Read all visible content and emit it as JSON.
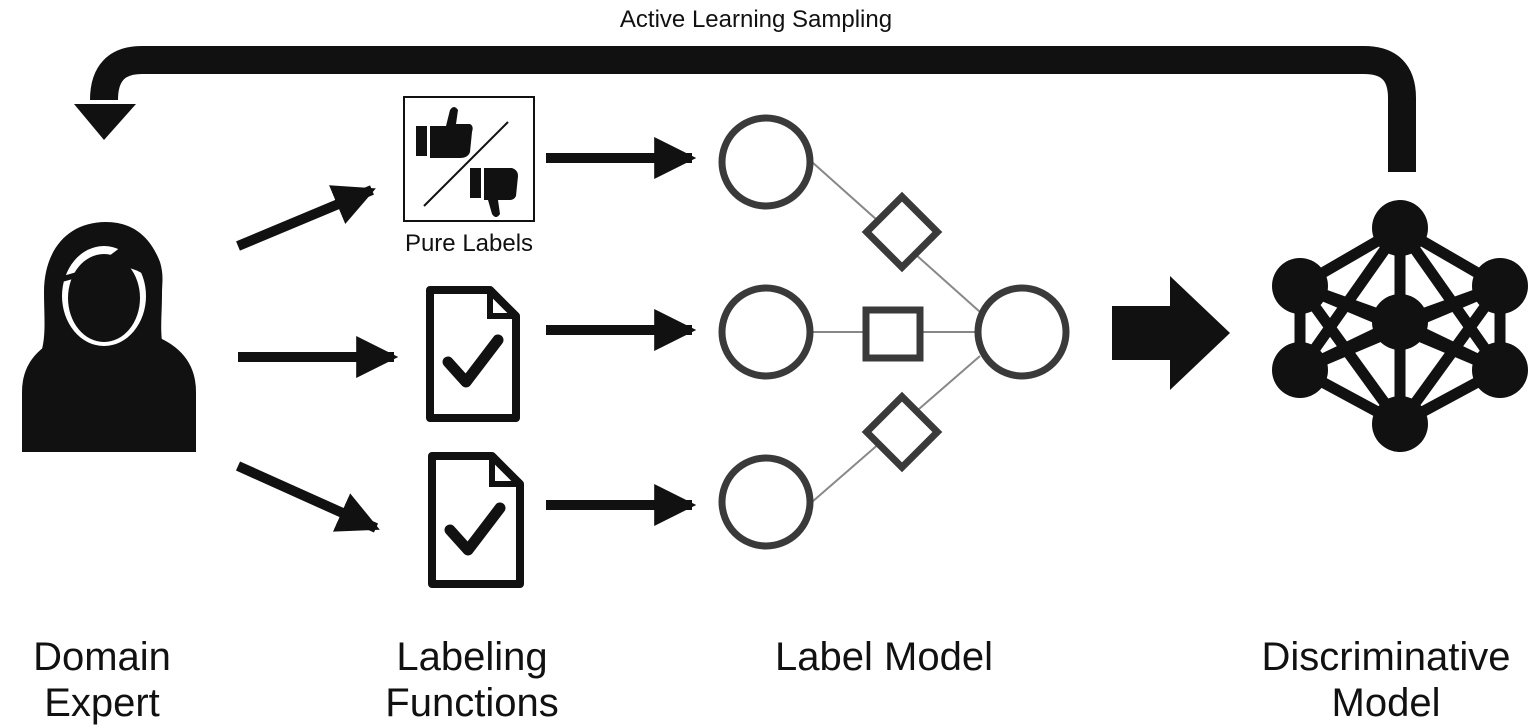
{
  "loop_label": "Active Learning Sampling",
  "pure_labels_caption": "Pure Labels",
  "captions": {
    "domain_expert": [
      "Domain",
      "Expert"
    ],
    "labeling_functions": [
      "Labeling",
      "Functions"
    ],
    "label_model": "Label Model",
    "discriminative_model": [
      "Discriminative",
      "Model"
    ]
  },
  "icons": {
    "expert": "person-silhouette-icon",
    "pure_labels": "thumbs-up-down-icon",
    "labeling_function": "document-checkmark-icon",
    "discriminative_model": "neural-network-icon"
  },
  "colors": {
    "ink": "#111111",
    "node_stroke": "#3a3a3a",
    "edge": "#888888"
  }
}
